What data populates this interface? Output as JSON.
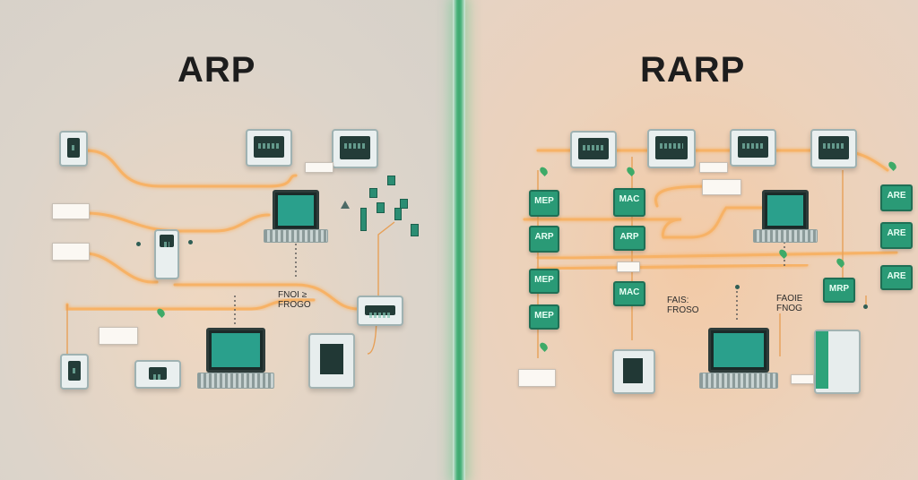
{
  "titles": {
    "left": "ARP",
    "right": "RARP"
  },
  "modules": {
    "rarp_left_1": "MEP",
    "rarp_left_2": "ARP",
    "rarp_left_3": "MEP",
    "rarp_left_4": "MEP",
    "rarp_mid_1": "MAC",
    "rarp_mid_2": "ARP",
    "rarp_mid_3": "MAC",
    "rarp_center": "MRP",
    "rarp_right_1": "ARE",
    "rarp_right_2": "ARE",
    "rarp_right_3": "ARE"
  },
  "marks": {
    "arp_mid_text": "FNOI ≥\nFROGO",
    "rarp_mid_text_1": "FAIS:\nFROSO",
    "rarp_mid_text_2": "FAOIE\nFNOG"
  },
  "colors": {
    "accent_green": "#2a9a76",
    "wire_glow": "#f7b266",
    "divider": "#3fa86f"
  }
}
